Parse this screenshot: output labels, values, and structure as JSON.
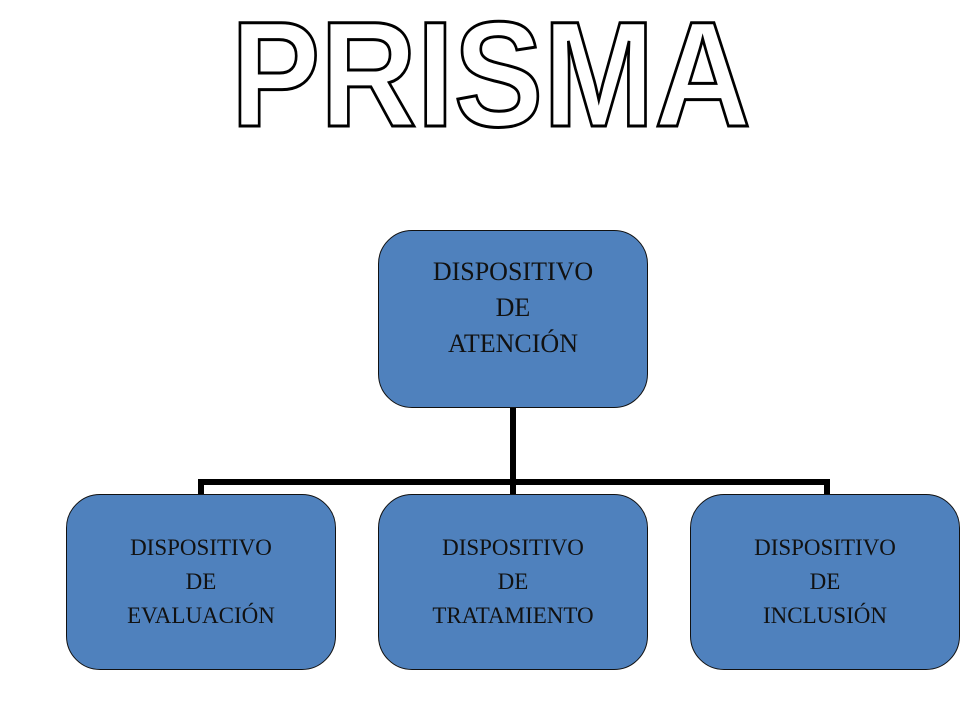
{
  "title": "PRISMA",
  "colors": {
    "box_fill": "#4f81bd",
    "border": "#111111",
    "connector": "#000000",
    "title_outline": "#000000",
    "title_fill": "#ffffff"
  },
  "nodes": {
    "root": {
      "line1": "DISPOSITIVO",
      "line2": "DE",
      "line3": "ATENCIÓN"
    },
    "children": [
      {
        "line1": "DISPOSITIVO",
        "line2": "DE",
        "line3": "EVALUACIÓN"
      },
      {
        "line1": "DISPOSITIVO",
        "line2": "DE",
        "line3": "TRATAMIENTO"
      },
      {
        "line1": "DISPOSITIVO",
        "line2": "DE",
        "line3": "INCLUSIÓN"
      }
    ]
  }
}
